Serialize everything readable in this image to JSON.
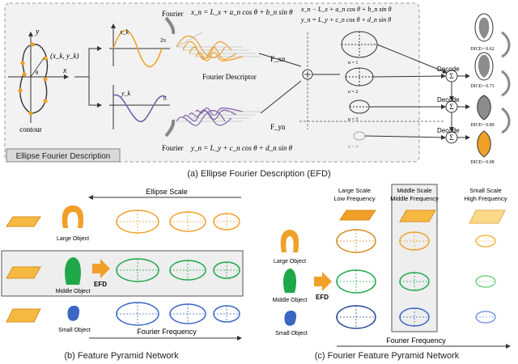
{
  "panel_a": {
    "caption": "(a) Ellipse Fourier Description (EFD)",
    "box_label": "Ellipse Fourier Description",
    "contour_label": "contour",
    "axis_y": "y",
    "axis_x": "x",
    "point_label": "(x_k, y_k)",
    "theta": "θ",
    "fourier_top": "Fourier",
    "fourier_bottom": "Fourier",
    "two_pi": "2π",
    "zero": "0",
    "xk_label": "x_k",
    "yk_label": "y_k",
    "eq_x_top": "x_n = L_x + a_n cos θ + b_n sin θ",
    "eq_y_bottom": "y_n = L_y + c_n cos θ + d_n sin θ",
    "eq_system_1": "x_n − L_x + a_n cos θ + b_n sin θ",
    "eq_system_2": "y_n = L_y + c_n cos θ + d_n sin θ",
    "descriptor_label": "Fourier Descriptor",
    "fx_label": "F_xn",
    "fy_label": "F_yn",
    "n_labels": [
      "n = 1",
      "n = 2",
      "n = 3",
      "n = 4"
    ],
    "decode_labels": [
      "Decode",
      "Decode",
      "Decode"
    ],
    "sigma": "Σ",
    "dice_labels": [
      "DICE= 0.62",
      "DICE= 0.73",
      "DICE= 0.89",
      "DICE= 0.98"
    ],
    "colors": {
      "orange": "#f0a028",
      "purple": "#7b5ea7",
      "gray": "#888888",
      "green_bg": "#eeeeee"
    }
  },
  "panel_b": {
    "caption": "(b) Feature Pyramid Network",
    "ellipse_scale": "Ellipse Scale",
    "fourier_frequency": "Fourier Frequency",
    "efd_label": "EFD",
    "objects": [
      "Large Object",
      "Middle Object",
      "Small Object"
    ]
  },
  "panel_c": {
    "caption": "(c) Fourier Feature Pyramid Network",
    "col_headers": [
      [
        "Large Scale",
        "Low Frequency"
      ],
      [
        "Middle Scale",
        "Middle Frequency"
      ],
      [
        "Small Scale",
        "High Frequency"
      ]
    ],
    "objects": [
      "Large Object",
      "Middle Object",
      "Small Object"
    ],
    "efd_label": "EFD",
    "fourier_frequency": "Fourier Frequency"
  }
}
